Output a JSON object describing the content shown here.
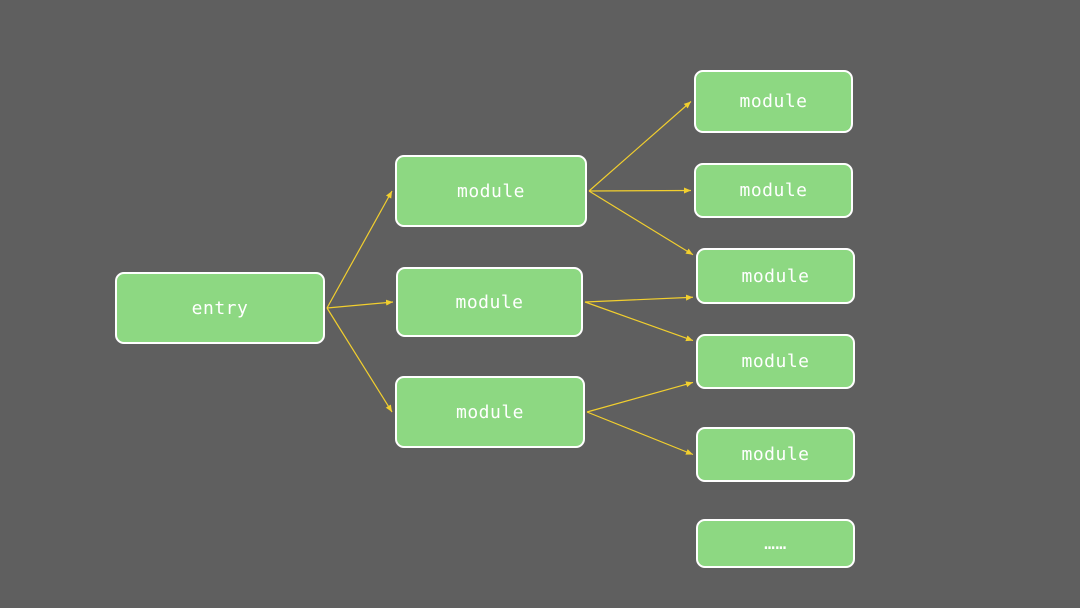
{
  "colors": {
    "background": "#5f5f5f",
    "node_fill": "#8dd882",
    "node_border": "#ffffff",
    "edge": "#f2cf2e"
  },
  "nodes": {
    "entry": {
      "label": "entry"
    },
    "m1": {
      "label": "module"
    },
    "m2": {
      "label": "module"
    },
    "m3": {
      "label": "module"
    },
    "r1": {
      "label": "module"
    },
    "r2": {
      "label": "module"
    },
    "r3": {
      "label": "module"
    },
    "r4": {
      "label": "module"
    },
    "r5": {
      "label": "module"
    },
    "r6": {
      "label": "……"
    }
  },
  "edges": [
    {
      "from": "entry",
      "to": "m1"
    },
    {
      "from": "entry",
      "to": "m2"
    },
    {
      "from": "entry",
      "to": "m3"
    },
    {
      "from": "m1",
      "to": "r1"
    },
    {
      "from": "m1",
      "to": "r2"
    },
    {
      "from": "m1",
      "to": "r3"
    },
    {
      "from": "m2",
      "to": "r3"
    },
    {
      "from": "m2",
      "to": "r4"
    },
    {
      "from": "m3",
      "to": "r4"
    },
    {
      "from": "m3",
      "to": "r5"
    }
  ]
}
